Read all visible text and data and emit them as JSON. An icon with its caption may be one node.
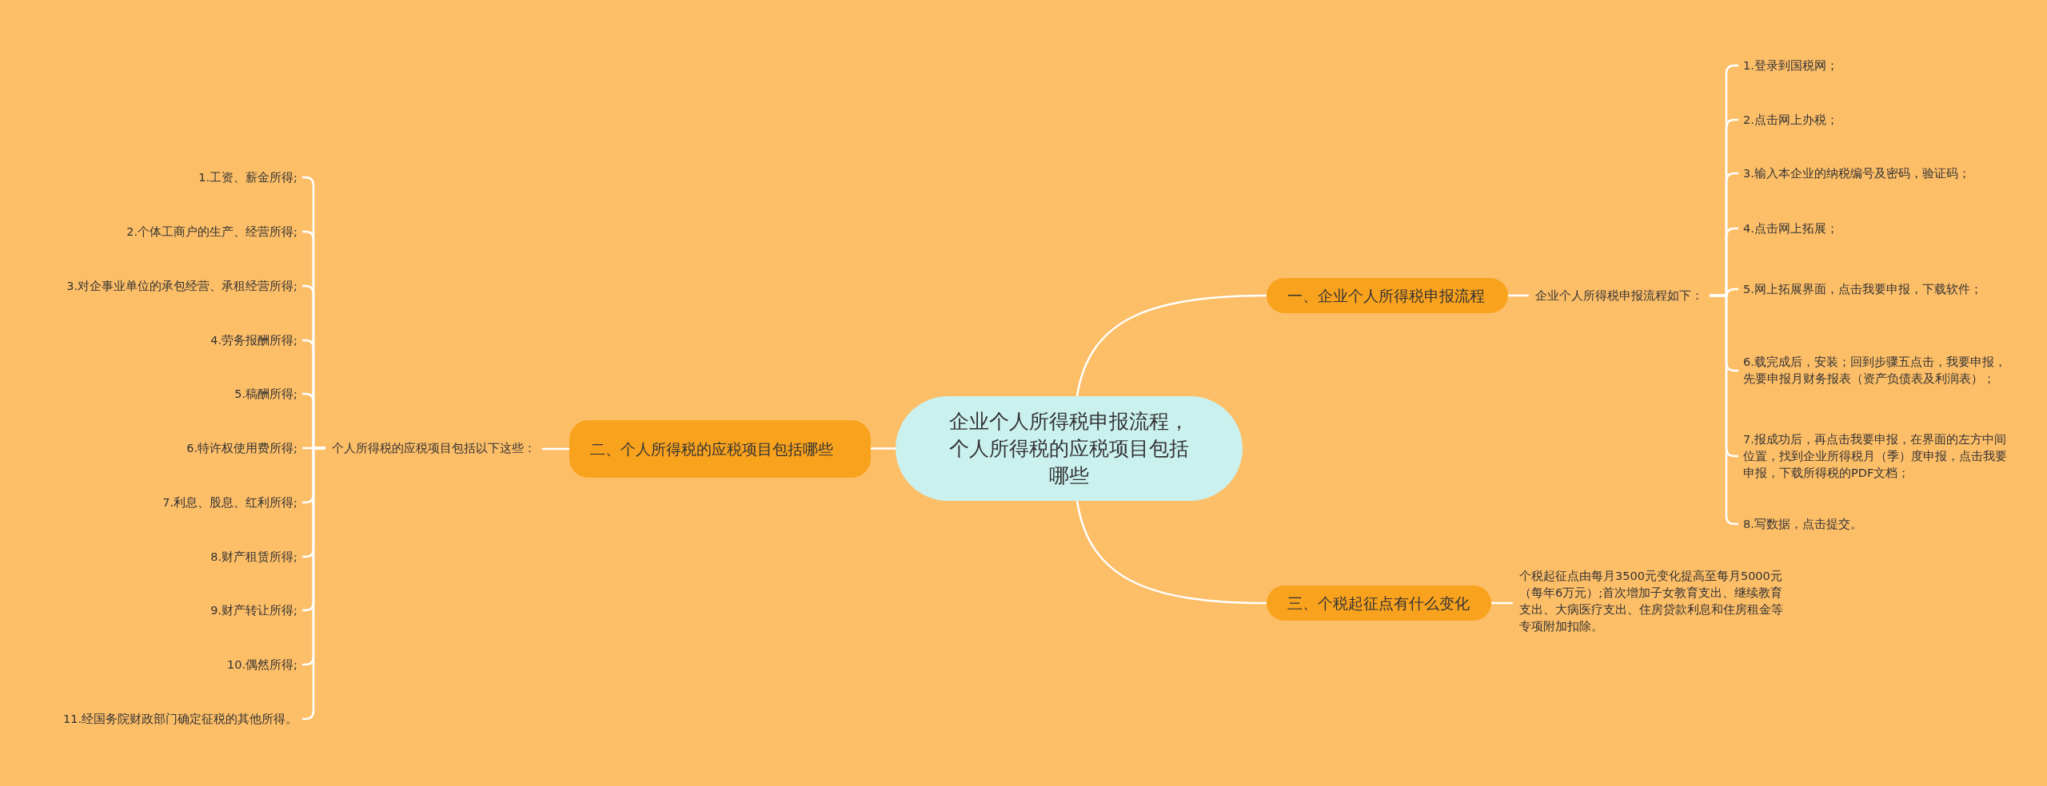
{
  "diagram": {
    "nodes": [
      {
        "text": [
          "企业个人所得税申报流程，个人所得税的应税项目包括哪些"
        ]
      },
      {
        "text": [
          "一、企业个人所得税申报流程"
        ]
      },
      {
        "text": [
          "企业个人所得税申报流程如下："
        ]
      },
      {
        "text": [
          "1.登录到国税网；"
        ]
      },
      {
        "text": [
          "2.点击网上办税；"
        ]
      },
      {
        "text": [
          "3.输入本企业的纳税编号及密码，验证码；"
        ]
      },
      {
        "text": [
          "4.点击网上拓展；"
        ]
      },
      {
        "text": [
          "5.网上拓展界面，点击我要申报，下载软件；"
        ]
      },
      {
        "text": [
          "6.载完成后，安装；回到步骤五点击，我要申报，先要申报月财务报表（资产负债表及利润表）；"
        ]
      },
      {
        "text": [
          "7.报成功后，再点击我要申报，在界面的左方中间位置，找到企业所得税月（季）度申报，点击我要申报，下载所得税的PDF文档；"
        ]
      },
      {
        "text": [
          "8.写数据，点击提交。"
        ]
      },
      {
        "text": [
          "二、个人所得税的应税项目包括哪些"
        ]
      },
      {
        "text": [
          "个人所得税的应税项目包括以下这些："
        ]
      },
      {
        "text": [
          "1.工资、薪金所得;"
        ]
      },
      {
        "text": [
          "2.个体工商户的生产、经营所得;"
        ]
      },
      {
        "text": [
          "3.对企事业单位的承包经营、承租经营所得;"
        ]
      },
      {
        "text": [
          "4.劳务报酬所得;"
        ]
      },
      {
        "text": [
          "5.稿酬所得;"
        ]
      },
      {
        "text": [
          "6.特许权使用费所得;"
        ]
      },
      {
        "text": [
          "7.利息、股息、红利所得;"
        ]
      },
      {
        "text": [
          "8.财产租赁所得;"
        ]
      },
      {
        "text": [
          "9.财产转让所得;"
        ]
      },
      {
        "text": [
          "10.偶然所得;"
        ]
      },
      {
        "text": [
          "11.经国务院财政部门确定征税的其他所得。"
        ]
      },
      {
        "text": [
          "三、个税起征点有什么变化"
        ]
      },
      {
        "text": [
          "个税起征点由每月3500元变化提高至每月5000元（每年6万元）;首次增加子女教育支出、继续教育支出、大病医疗支出、住房贷款利息和住房租金等专项附加扣除。"
        ]
      }
    ],
    "edges": [
      {
        "from": 0,
        "to": 1,
        "arrow": "none"
      },
      {
        "from": 1,
        "to": 2,
        "arrow": "none"
      },
      {
        "from": 2,
        "to": 3,
        "arrow": "none"
      },
      {
        "from": 2,
        "to": 4,
        "arrow": "none"
      },
      {
        "from": 2,
        "to": 5,
        "arrow": "none"
      },
      {
        "from": 2,
        "to": 6,
        "arrow": "none"
      },
      {
        "from": 2,
        "to": 7,
        "arrow": "none"
      },
      {
        "from": 2,
        "to": 8,
        "arrow": "none"
      },
      {
        "from": 2,
        "to": 9,
        "arrow": "none"
      },
      {
        "from": 2,
        "to": 10,
        "arrow": "none"
      },
      {
        "from": 0,
        "to": 11,
        "arrow": "none"
      },
      {
        "from": 11,
        "to": 12,
        "arrow": "none"
      },
      {
        "from": 12,
        "to": 13,
        "arrow": "none"
      },
      {
        "from": 12,
        "to": 14,
        "arrow": "none"
      },
      {
        "from": 12,
        "to": 15,
        "arrow": "none"
      },
      {
        "from": 12,
        "to": 16,
        "arrow": "none"
      },
      {
        "from": 12,
        "to": 17,
        "arrow": "none"
      },
      {
        "from": 12,
        "to": 18,
        "arrow": "none"
      },
      {
        "from": 12,
        "to": 19,
        "arrow": "none"
      },
      {
        "from": 12,
        "to": 20,
        "arrow": "none"
      },
      {
        "from": 12,
        "to": 21,
        "arrow": "none"
      },
      {
        "from": 12,
        "to": 22,
        "arrow": "none"
      },
      {
        "from": 12,
        "to": 23,
        "arrow": "none"
      },
      {
        "from": 0,
        "to": 24,
        "arrow": "none"
      },
      {
        "from": 24,
        "to": 25,
        "arrow": "none"
      }
    ]
  }
}
